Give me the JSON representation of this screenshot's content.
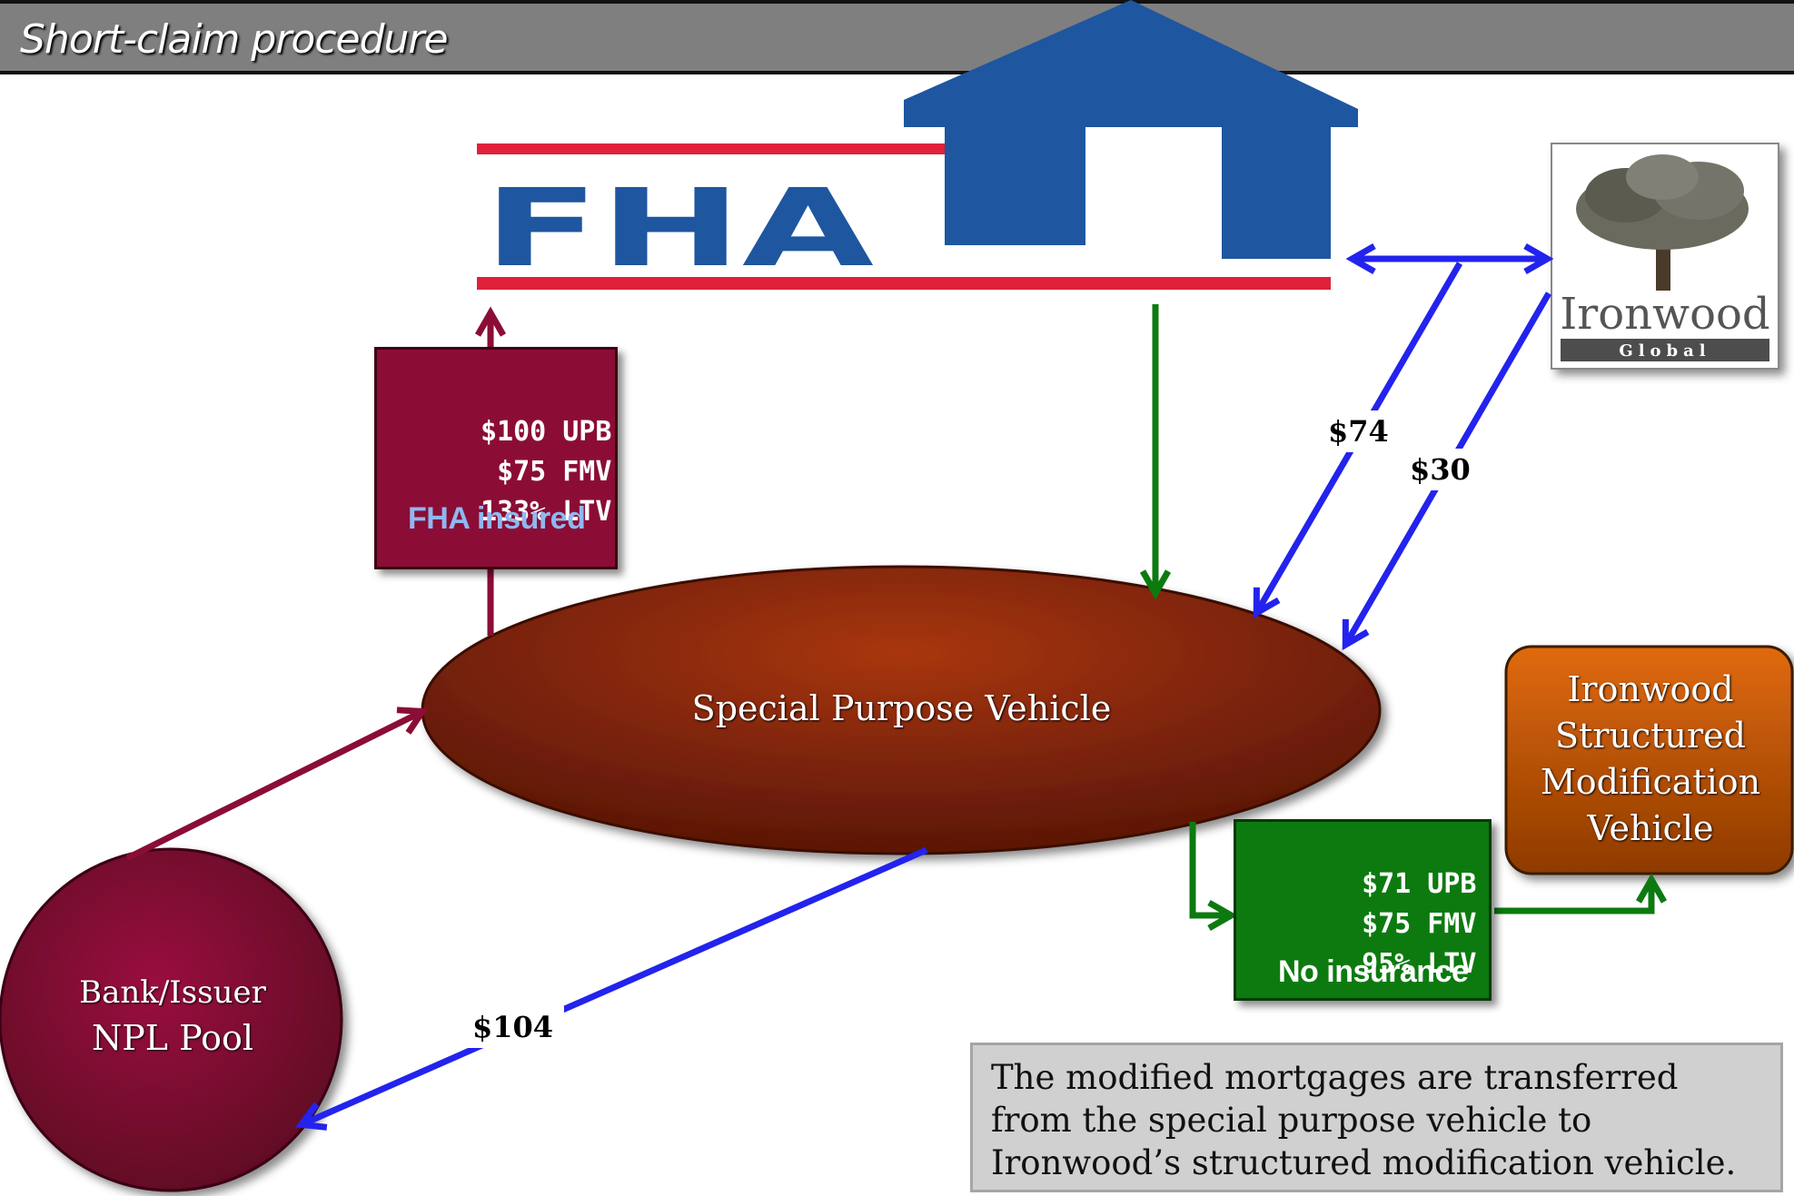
{
  "header": {
    "title": "Short-claim procedure"
  },
  "fha_logo": {
    "text": "FHA"
  },
  "ironwood_logo": {
    "name": "Ironwood",
    "sub": "Global"
  },
  "fha_box": {
    "rows": [
      {
        "value": "$100",
        "key": "UPB"
      },
      {
        "value": "$75",
        "key": "FMV"
      },
      {
        "value": "133%",
        "key": "LTV"
      }
    ],
    "tag": "FHA insured"
  },
  "no_ins_box": {
    "rows": [
      {
        "value": "$71",
        "key": "UPB"
      },
      {
        "value": "$75",
        "key": "FMV"
      },
      {
        "value": "95%",
        "key": "LTV"
      }
    ],
    "tag": "No insurance"
  },
  "spv": {
    "label": "Special Purpose Vehicle"
  },
  "bank": {
    "line1": "Bank/Issuer",
    "line2": "NPL Pool"
  },
  "ismv": {
    "lines": [
      "Ironwood",
      "Structured",
      "Modification",
      "Vehicle"
    ]
  },
  "amounts": {
    "a74": "$74",
    "a30": "$30",
    "a104": "$104"
  },
  "note": {
    "lines": [
      "The modified mortgages are transferred",
      "from the special purpose vehicle to",
      "Ironwood’s structured modification vehicle."
    ]
  },
  "colors": {
    "maroon": "#8b0d35",
    "spv_brown": "#8c2a06",
    "green": "#0d7a10",
    "blue": "#2323ee",
    "orange": "#d06006",
    "fha_blue": "#1e56a0",
    "fha_red": "#e0213a"
  }
}
